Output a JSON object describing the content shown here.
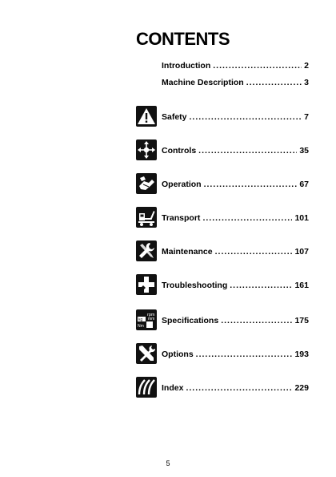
{
  "title": "CONTENTS",
  "entries": [
    {
      "label": "Introduction",
      "page": "2"
    },
    {
      "label": "Machine Description",
      "page": "3"
    },
    {
      "label": "Safety",
      "page": "7",
      "icon": "warning-triangle-icon"
    },
    {
      "label": "Controls",
      "page": "35",
      "icon": "controls-arrows-icon"
    },
    {
      "label": "Operation",
      "page": "67",
      "icon": "operation-hand-icon"
    },
    {
      "label": "Transport",
      "page": "101",
      "icon": "transport-vehicle-icon"
    },
    {
      "label": "Maintenance",
      "page": "107",
      "icon": "wrench-icon"
    },
    {
      "label": "Troubleshooting",
      "page": "161",
      "icon": "first-aid-cross-icon"
    },
    {
      "label": "Specifications",
      "page": "175",
      "icon": "specifications-units-icon"
    },
    {
      "label": "Options",
      "page": "193",
      "icon": "tools-options-icon"
    },
    {
      "label": "Index",
      "page": "229",
      "icon": "index-tabs-icon"
    }
  ],
  "icon_texts": {
    "rpm": "rpm",
    "mm": "mm",
    "kg": "kg",
    "nm": "Nm"
  },
  "footer": {
    "page_number": "5"
  }
}
